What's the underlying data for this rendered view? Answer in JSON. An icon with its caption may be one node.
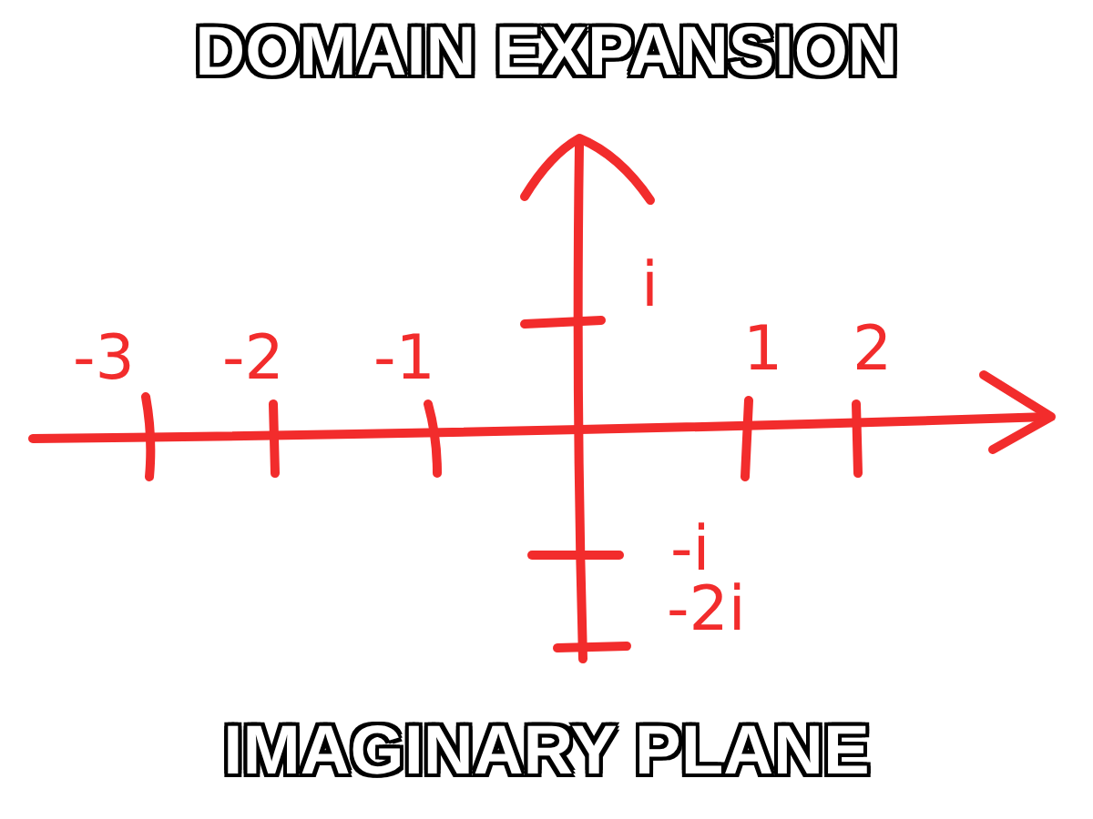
{
  "diagram": {
    "title": "DOMAIN EXPANSION",
    "caption": "IMAGINARY PLANE",
    "labels": [
      "i",
      "-3",
      "-2",
      "-1",
      "1",
      "2",
      "-i",
      "-2i"
    ]
  }
}
